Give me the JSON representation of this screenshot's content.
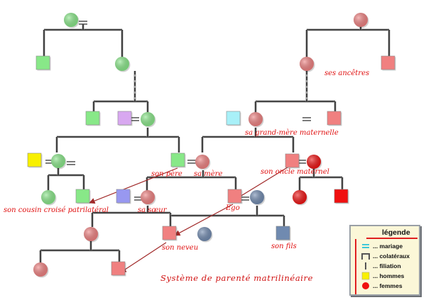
{
  "colors": {
    "green": "#88e888",
    "red": "#f08080",
    "violet": "#d8a8f0",
    "cyan": "#a8f0f8",
    "yellow": "#f8f000",
    "periwinkle": "#9898f0",
    "slate": "#708ab0",
    "brightred": "#f01010",
    "label": "#e01010",
    "legendbg": "#fbf7d8"
  },
  "labels": {
    "ancetres": "ses ancêtres",
    "grand_mere": "sa grand-mère maternelle",
    "pere": "son père",
    "mere": "sa mère",
    "oncle": "son oncle maternel",
    "cousin": "son cousin croisé patrilatéral",
    "soeur": "sa sœur",
    "ego": "Ego",
    "neveu": "son neveu",
    "fils": "son fils"
  },
  "title": "Système de parenté matrilinéaire",
  "legend": {
    "title": "légende",
    "items": [
      {
        "symbol": "mariage-icon",
        "label": "... mariage"
      },
      {
        "symbol": "colateraux-icon",
        "label": "... colatéraux"
      },
      {
        "symbol": "filiation-icon",
        "label": "... filiation"
      },
      {
        "symbol": "square-icon",
        "label": "... hommes"
      },
      {
        "symbol": "circle-icon",
        "label": "... femmes"
      }
    ]
  }
}
